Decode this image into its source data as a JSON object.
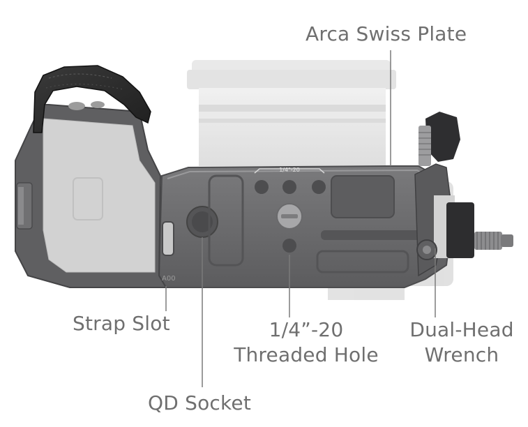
{
  "figure": {
    "subject": "camera-cage-bottom-view",
    "plate_marking": "1/4\"-20",
    "cage_code": "A00",
    "callouts": {
      "arca_swiss_plate": "Arca Swiss Plate",
      "strap_slot": "Strap Slot",
      "threaded_hole_line1": "1/4”-20",
      "threaded_hole_line2": "Threaded Hole",
      "dual_head_wrench_line1": "Dual-Head",
      "dual_head_wrench_line2": "Wrench",
      "qd_socket": "QD Socket"
    },
    "colors": {
      "cage_metal": "#6b6b6d",
      "cage_dark": "#4a4a4c",
      "camera_ghost": "#d7d7d7",
      "label_text": "#6f6f6f",
      "leader_line": "#7a7a7a"
    }
  }
}
